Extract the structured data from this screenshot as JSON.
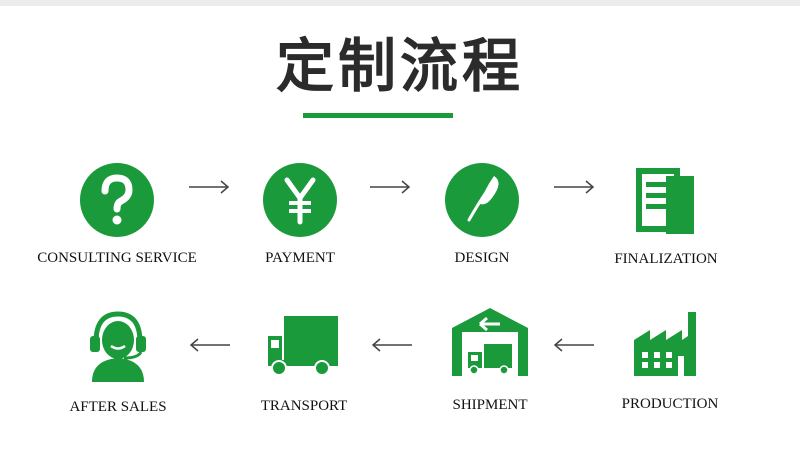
{
  "title": "定制流程",
  "accent_color": "#1a9a3b",
  "steps": [
    {
      "label": "CONSULTING SERVICE",
      "icon": "question-mark-icon"
    },
    {
      "label": "PAYMENT",
      "icon": "yen-icon"
    },
    {
      "label": "DESIGN",
      "icon": "feather-pen-icon"
    },
    {
      "label": "FINALIZATION",
      "icon": "document-icon"
    },
    {
      "label": "PRODUCTION",
      "icon": "factory-icon"
    },
    {
      "label": "SHIPMENT",
      "icon": "warehouse-truck-icon"
    },
    {
      "label": "TRANSPORT",
      "icon": "truck-icon"
    },
    {
      "label": "AFTER SALES",
      "icon": "headset-agent-icon"
    }
  ]
}
